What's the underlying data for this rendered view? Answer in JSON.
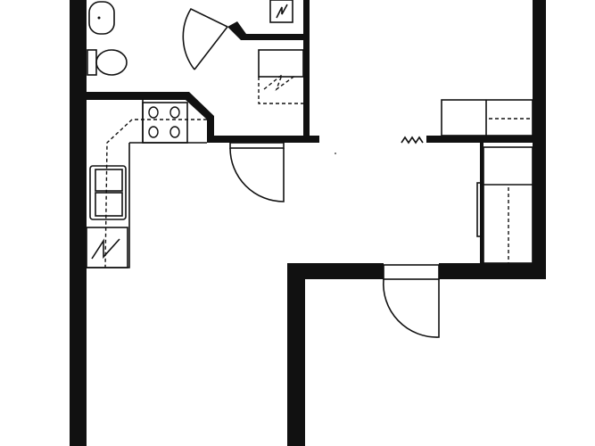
{
  "colors": {
    "wall": "#111111",
    "background": "#ffffff"
  },
  "fixtures": [
    "bathtub-sink",
    "toilet",
    "stove",
    "kitchen-sink",
    "refrigerator",
    "washer-dryer",
    "closet",
    "wardrobe"
  ]
}
